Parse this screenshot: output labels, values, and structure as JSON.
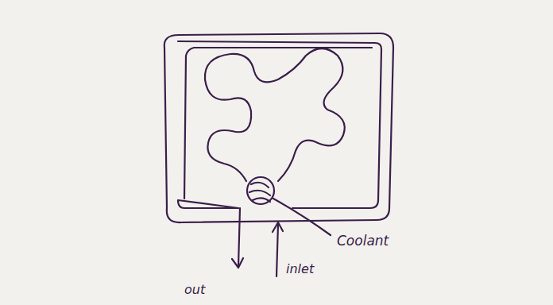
{
  "diagram": {
    "labels": [
      "Coolant",
      "inlet",
      "out"
    ]
  }
}
